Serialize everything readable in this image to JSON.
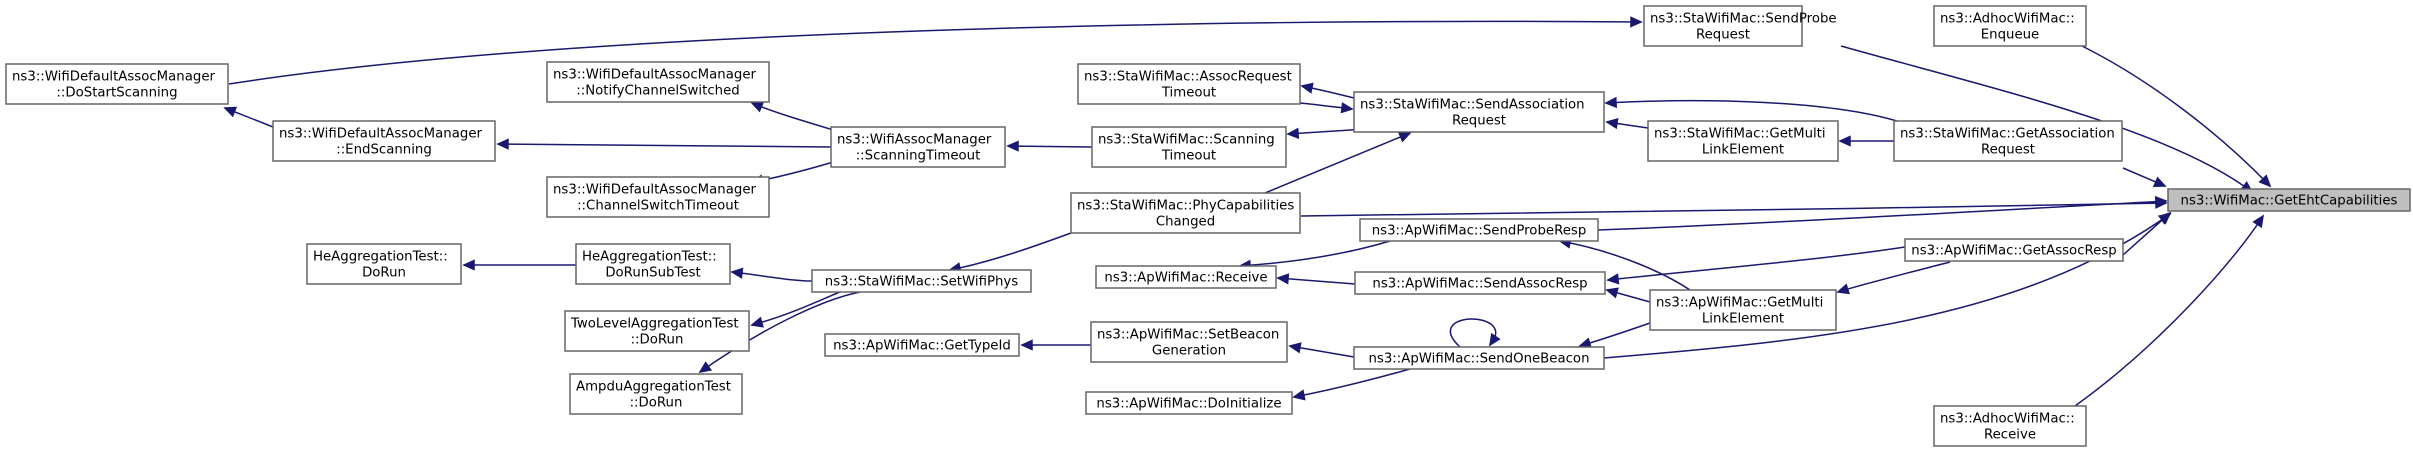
{
  "graph": {
    "nodes": [
      {
        "id": "geteht",
        "lines": [
          "ns3::WifiMac::GetEhtCapabilities"
        ],
        "focus": true
      },
      {
        "id": "sendprobereq",
        "lines": [
          "ns3::StaWifiMac::SendProbe",
          "Request"
        ]
      },
      {
        "id": "adhocenq",
        "lines": [
          "ns3::AdhocWifiMac::",
          "Enqueue"
        ]
      },
      {
        "id": "dostartscan",
        "lines": [
          "ns3::WifiDefaultAssocManager",
          "::DoStartScanning"
        ]
      },
      {
        "id": "endscan",
        "lines": [
          "ns3::WifiDefaultAssocManager",
          "::EndScanning"
        ]
      },
      {
        "id": "notifych",
        "lines": [
          "ns3::WifiDefaultAssocManager",
          "::NotifyChannelSwitched"
        ]
      },
      {
        "id": "chswitchto",
        "lines": [
          "ns3::WifiDefaultAssocManager",
          "::ChannelSwitchTimeout"
        ]
      },
      {
        "id": "scantimeout",
        "lines": [
          "ns3::WifiAssocManager",
          "::ScanningTimeout"
        ]
      },
      {
        "id": "assocreqto",
        "lines": [
          "ns3::StaWifiMac::AssocRequest",
          "Timeout"
        ]
      },
      {
        "id": "sendassocreq",
        "lines": [
          "ns3::StaWifiMac::SendAssociation",
          "Request"
        ]
      },
      {
        "id": "stascanto",
        "lines": [
          "ns3::StaWifiMac::Scanning",
          "Timeout"
        ]
      },
      {
        "id": "stagetmulti",
        "lines": [
          "ns3::StaWifiMac::GetMulti",
          "LinkElement"
        ]
      },
      {
        "id": "getassocreq",
        "lines": [
          "ns3::StaWifiMac::GetAssociation",
          "Request"
        ]
      },
      {
        "id": "phycap",
        "lines": [
          "ns3::StaWifiMac::PhyCapabilities",
          "Changed"
        ]
      },
      {
        "id": "sendproberesp",
        "lines": [
          "ns3::ApWifiMac::SendProbeResp"
        ]
      },
      {
        "id": "getassocresp",
        "lines": [
          "ns3::ApWifiMac::GetAssocResp"
        ]
      },
      {
        "id": "heaggtest",
        "lines": [
          "HeAggregationTest::",
          "DoRun"
        ]
      },
      {
        "id": "heaggsub",
        "lines": [
          "HeAggregationTest::",
          "DoRunSubTest"
        ]
      },
      {
        "id": "setwifiphys",
        "lines": [
          "ns3::StaWifiMac::SetWifiPhys"
        ]
      },
      {
        "id": "apreceive",
        "lines": [
          "ns3::ApWifiMac::Receive"
        ]
      },
      {
        "id": "sendassocresp",
        "lines": [
          "ns3::ApWifiMac::SendAssocResp"
        ]
      },
      {
        "id": "apgetmulti",
        "lines": [
          "ns3::ApWifiMac::GetMulti",
          "LinkElement"
        ]
      },
      {
        "id": "twolevel",
        "lines": [
          "TwoLevelAggregationTest",
          "::DoRun"
        ]
      },
      {
        "id": "gettypeid",
        "lines": [
          "ns3::ApWifiMac::GetTypeId"
        ]
      },
      {
        "id": "setbeacon",
        "lines": [
          "ns3::ApWifiMac::SetBeacon",
          "Generation"
        ]
      },
      {
        "id": "sendonebeacon",
        "lines": [
          "ns3::ApWifiMac::SendOneBeacon"
        ]
      },
      {
        "id": "ampdutest",
        "lines": [
          "AmpduAggregationTest",
          "::DoRun"
        ]
      },
      {
        "id": "doinit",
        "lines": [
          "ns3::ApWifiMac::DoInitialize"
        ]
      },
      {
        "id": "adhocrecv",
        "lines": [
          "ns3::AdhocWifiMac::",
          "Receive"
        ]
      }
    ],
    "edges": [
      {
        "from": "sendprobereq",
        "to": "geteht"
      },
      {
        "from": "adhocenq",
        "to": "geteht"
      },
      {
        "from": "getassocreq",
        "to": "geteht"
      },
      {
        "from": "phycap",
        "to": "geteht"
      },
      {
        "from": "sendproberesp",
        "to": "geteht"
      },
      {
        "from": "getassocresp",
        "to": "geteht"
      },
      {
        "from": "sendonebeacon",
        "to": "geteht"
      },
      {
        "from": "adhocrecv",
        "to": "geteht"
      },
      {
        "from": "dostartscan",
        "to": "sendprobereq"
      },
      {
        "from": "endscan",
        "to": "dostartscan"
      },
      {
        "from": "scantimeout",
        "to": "endscan"
      },
      {
        "from": "scantimeout",
        "to": "notifych"
      },
      {
        "from": "scantimeout",
        "to": "chswitchto"
      },
      {
        "from": "stascanto",
        "to": "scantimeout"
      },
      {
        "from": "sendassocreq",
        "to": "assocreqto"
      },
      {
        "from": "assocreqto",
        "to": "sendassocreq"
      },
      {
        "from": "sendassocreq",
        "to": "stascanto"
      },
      {
        "from": "sendassocreq",
        "to": "phycap"
      },
      {
        "from": "stagetmulti",
        "to": "sendassocreq"
      },
      {
        "from": "getassocreq",
        "to": "sendassocreq"
      },
      {
        "from": "getassocreq",
        "to": "stagetmulti"
      },
      {
        "from": "phycap",
        "to": "setwifiphys"
      },
      {
        "from": "setwifiphys",
        "to": "heaggsub"
      },
      {
        "from": "setwifiphys",
        "to": "twolevel"
      },
      {
        "from": "setwifiphys",
        "to": "ampdutest"
      },
      {
        "from": "heaggsub",
        "to": "heaggtest"
      },
      {
        "from": "sendproberesp",
        "to": "apreceive"
      },
      {
        "from": "sendassocresp",
        "to": "apreceive"
      },
      {
        "from": "getassocresp",
        "to": "sendassocresp"
      },
      {
        "from": "apgetmulti",
        "to": "sendproberesp"
      },
      {
        "from": "apgetmulti",
        "to": "sendassocresp"
      },
      {
        "from": "apgetmulti",
        "to": "sendonebeacon"
      },
      {
        "from": "getassocresp",
        "to": "apgetmulti"
      },
      {
        "from": "sendonebeacon",
        "to": "setbeacon"
      },
      {
        "from": "setbeacon",
        "to": "gettypeid"
      },
      {
        "from": "sendonebeacon",
        "to": "doinit"
      },
      {
        "from": "sendonebeacon",
        "to": "sendonebeacon"
      }
    ]
  }
}
